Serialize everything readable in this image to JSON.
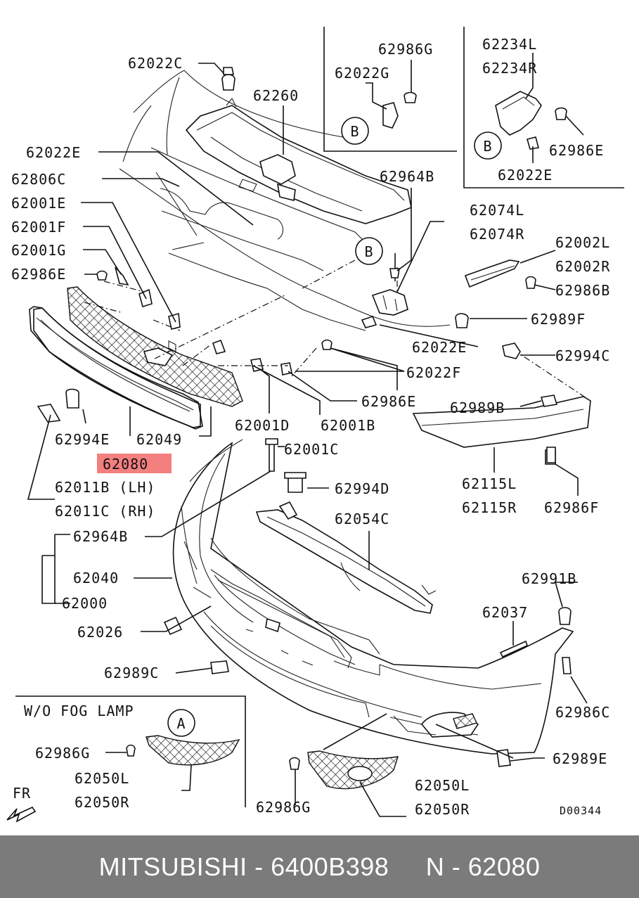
{
  "labels": {
    "l62022C": "62022C",
    "l62260": "62260",
    "l62022E_a": "62022E",
    "l62806C": "62806C",
    "l62001E": "62001E",
    "l62001F": "62001F",
    "l62001G": "62001G",
    "l62986E_a": "62986E",
    "l62986G_a": "62986G",
    "l62022G": "62022G",
    "l62234L": "62234L",
    "l62234R": "62234R",
    "l62986E_b": "62986E",
    "l62022E_b": "62022E",
    "l62964B_a": "62964B",
    "l62074L": "62074L",
    "l62074R": "62074R",
    "l62002L": "62002L",
    "l62002R": "62002R",
    "l62986B": "62986B",
    "l62989F": "62989F",
    "l62022E_c": "62022E",
    "l62994C": "62994C",
    "l62022F": "62022F",
    "l62986E_c": "62986E",
    "l62989B": "62989B",
    "l62994E": "62994E",
    "l62049": "62049",
    "l62001D": "62001D",
    "l62001B": "62001B",
    "l62001C": "62001C",
    "l62080": "62080",
    "l62115L": "62115L",
    "l62115R": "62115R",
    "l62986F": "62986F",
    "l62011B": "62011B (LH)",
    "l62011C": "62011C (RH)",
    "l62994D": "62994D",
    "l62054C": "62054C",
    "l62964B_b": "62964B",
    "l62040": "62040",
    "l62000": "62000",
    "l62991B": "62991B",
    "l62037": "62037",
    "l62026": "62026",
    "l62989C": "62989C",
    "l62986C": "62986C",
    "l62989E": "62989E",
    "l62986G_b": "62986G",
    "l62050L_a": "62050L",
    "l62050R_a": "62050R",
    "l62986G_c": "62986G",
    "l62050L_b": "62050L",
    "l62050R_b": "62050R",
    "fog_lamp_title": "W/O FOG LAMP",
    "fr": "FR",
    "circle_b1": "B",
    "circle_b2": "B",
    "circle_b3": "B",
    "circle_a": "A",
    "drawing_code": "D00344"
  },
  "highlight_color": "#f47f7f",
  "footer": {
    "brand": "MITSUBISHI",
    "part_number": "6400B398",
    "ref": "N - 62080"
  }
}
